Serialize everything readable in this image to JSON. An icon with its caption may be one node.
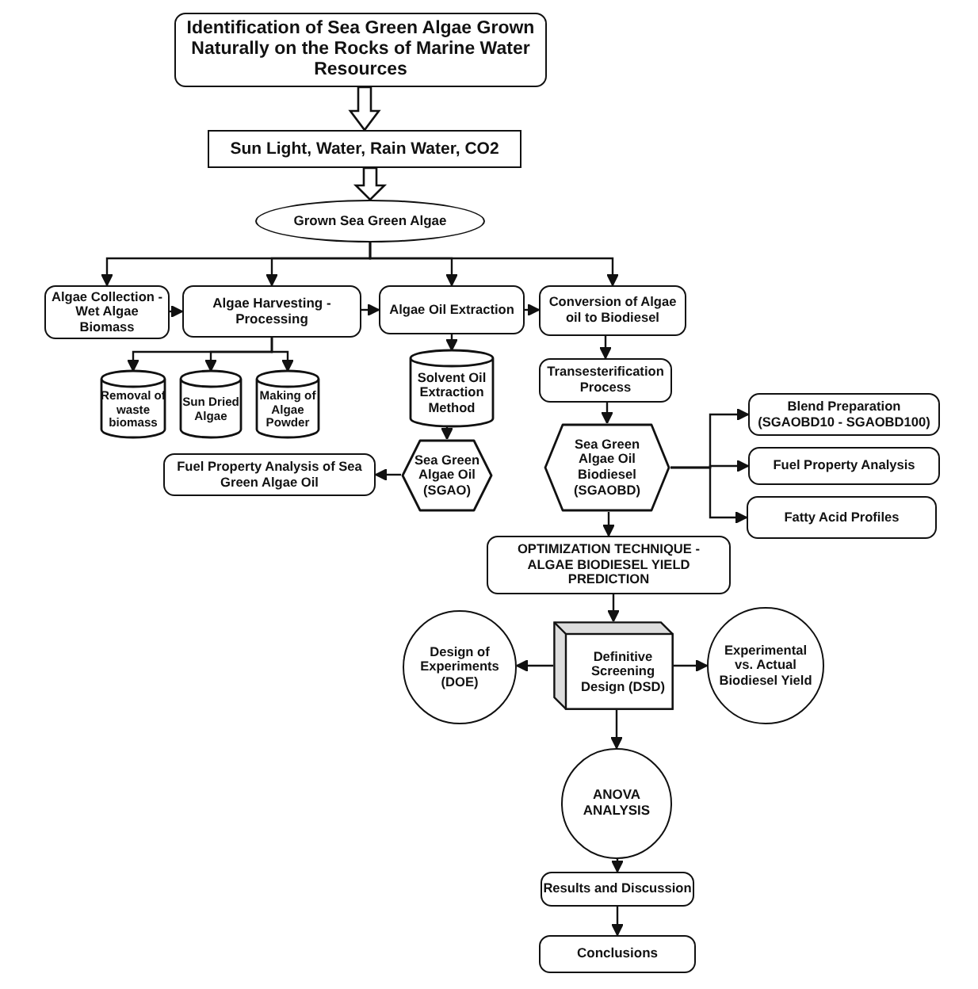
{
  "diagram": {
    "nodes": [
      {
        "text": [
          "Identification of Sea Green Algae Grown Naturally on the Rocks of Marine Water Resources"
        ]
      },
      {
        "text": [
          "Sun Light, Water, Rain Water, CO2"
        ]
      },
      {
        "text": [
          "Grown Sea Green Algae"
        ]
      },
      {
        "text": [
          "Algae Collection - Wet Algae Biomass"
        ]
      },
      {
        "text": [
          "Algae Harvesting - Processing"
        ]
      },
      {
        "text": [
          "Algae Oil Extraction"
        ]
      },
      {
        "text": [
          "Conversion of Algae oil to Biodiesel"
        ]
      },
      {
        "text": [
          "Removal of waste biomass"
        ]
      },
      {
        "text": [
          "Sun Dried Algae"
        ]
      },
      {
        "text": [
          "Making of Algae Powder"
        ]
      },
      {
        "text": [
          "Solvent Oil Extraction Method"
        ]
      },
      {
        "text": [
          "Sea Green Algae Oil (SGAO)"
        ]
      },
      {
        "text": [
          "Fuel Property Analysis of Sea Green Algae Oil"
        ]
      },
      {
        "text": [
          "Transesterification Process"
        ]
      },
      {
        "text": [
          "Sea Green Algae Oil Biodiesel (SGAOBD)"
        ]
      },
      {
        "text": [
          "Blend Preparation (SGAOBD10 - SGAOBD100)"
        ]
      },
      {
        "text": [
          "Fuel Property Analysis"
        ]
      },
      {
        "text": [
          "Fatty Acid Profiles"
        ]
      },
      {
        "text": [
          "OPTIMIZATION TECHNIQUE - ALGAE BIODIESEL YIELD PREDICTION"
        ]
      },
      {
        "text": [
          "Design of Experiments (DOE)"
        ]
      },
      {
        "text": [
          "Definitive Screening Design (DSD)"
        ]
      },
      {
        "text": [
          "Experimental vs. Actual Biodiesel Yield"
        ]
      },
      {
        "text": [
          "ANOVA ANALYSIS"
        ]
      },
      {
        "text": [
          "Results and Discussion"
        ]
      },
      {
        "text": [
          "Conclusions"
        ]
      }
    ],
    "edges": [
      {
        "from": 0,
        "to": 1,
        "arrow": "to",
        "style": "thick"
      },
      {
        "from": 1,
        "to": 2,
        "arrow": "to",
        "style": "thick"
      },
      {
        "from": 2,
        "to": 3,
        "arrow": "to"
      },
      {
        "from": 2,
        "to": 4,
        "arrow": "to"
      },
      {
        "from": 2,
        "to": 5,
        "arrow": "to"
      },
      {
        "from": 2,
        "to": 6,
        "arrow": "to"
      },
      {
        "from": 3,
        "to": 4,
        "arrow": "to"
      },
      {
        "from": 4,
        "to": 5,
        "arrow": "to"
      },
      {
        "from": 5,
        "to": 6,
        "arrow": "to"
      },
      {
        "from": 4,
        "to": 7,
        "arrow": "to"
      },
      {
        "from": 4,
        "to": 8,
        "arrow": "to"
      },
      {
        "from": 4,
        "to": 9,
        "arrow": "to"
      },
      {
        "from": 5,
        "to": 10,
        "arrow": "to"
      },
      {
        "from": 10,
        "to": 11,
        "arrow": "to"
      },
      {
        "from": 11,
        "to": 12,
        "arrow": "to"
      },
      {
        "from": 6,
        "to": 13,
        "arrow": "to"
      },
      {
        "from": 13,
        "to": 14,
        "arrow": "to"
      },
      {
        "from": 14,
        "to": 15,
        "arrow": "to"
      },
      {
        "from": 14,
        "to": 16,
        "arrow": "to"
      },
      {
        "from": 14,
        "to": 17,
        "arrow": "to"
      },
      {
        "from": 14,
        "to": 18,
        "arrow": "to"
      },
      {
        "from": 18,
        "to": 20,
        "arrow": "to"
      },
      {
        "from": 20,
        "to": 19,
        "arrow": "to"
      },
      {
        "from": 20,
        "to": 21,
        "arrow": "to"
      },
      {
        "from": 20,
        "to": 22,
        "arrow": "to"
      },
      {
        "from": 22,
        "to": 23,
        "arrow": "to"
      },
      {
        "from": 23,
        "to": 24,
        "arrow": "to"
      }
    ]
  }
}
